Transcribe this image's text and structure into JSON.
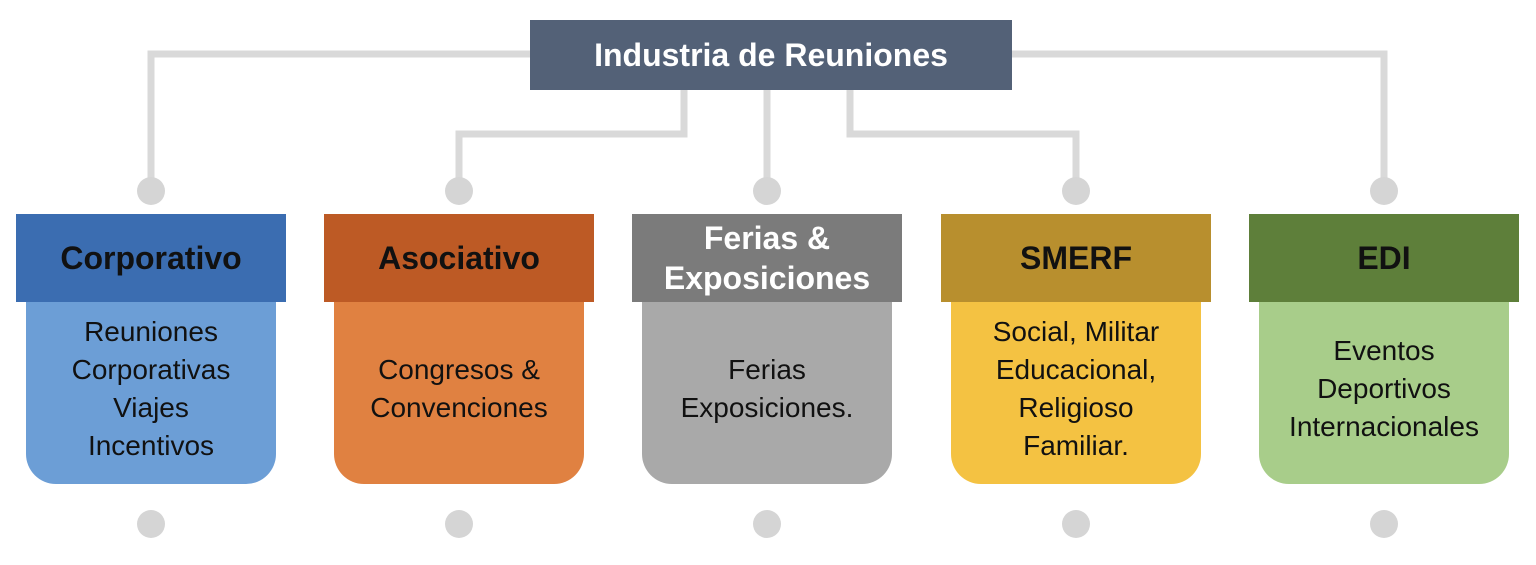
{
  "title": "Industria de Reuniones",
  "colors": {
    "root": "#536177",
    "connector": "#d9d9d9",
    "dot": "#d5d5d5"
  },
  "categories": [
    {
      "name": "Corporativo",
      "header_color": "#3b6db1",
      "body_color": "#6c9ed6",
      "header_text_color": "#111111",
      "lines": [
        "Reuniones",
        "Corporativas",
        "Viajes",
        "Incentivos"
      ]
    },
    {
      "name": "Asociativo",
      "header_color": "#bd5a25",
      "body_color": "#e08141",
      "header_text_color": "#111111",
      "lines": [
        "Congresos &",
        "Convenciones"
      ]
    },
    {
      "name": "Ferias & Exposiciones",
      "name_lines": [
        "Ferias &",
        "Exposiciones"
      ],
      "header_color": "#7b7b7b",
      "body_color": "#a9a9a9",
      "header_text_color": "#ffffff",
      "lines": [
        "Ferias",
        "Exposiciones."
      ]
    },
    {
      "name": "SMERF",
      "header_color": "#b88f2e",
      "body_color": "#f4c242",
      "header_text_color": "#111111",
      "lines": [
        "Social, Militar",
        "Educacional,",
        "Religioso",
        "Familiar."
      ]
    },
    {
      "name": "EDI",
      "header_color": "#5e7f3a",
      "body_color": "#a8cd8a",
      "header_text_color": "#111111",
      "lines": [
        "Eventos",
        "Deportivos",
        "Internacionales"
      ]
    }
  ]
}
